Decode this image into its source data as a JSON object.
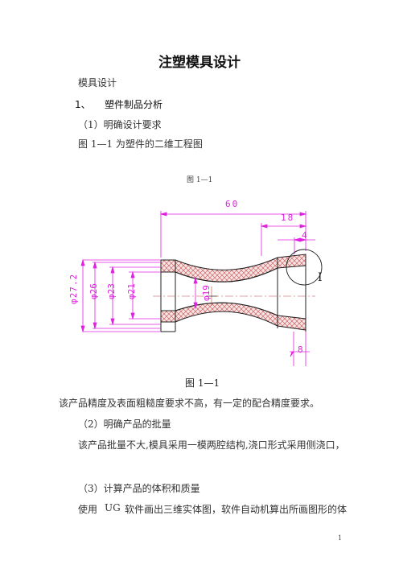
{
  "document": {
    "title": "注塑模具设计",
    "lines": [
      "模具设计",
      "1、",
      "塑件制品分析",
      "（1）明确设计要求",
      "图 1—1 为塑件的二维工程图",
      "该产品精度及表面粗糙度要求不高，有一定的配合精度要求。",
      "（2）明确产品的批量",
      "该产品批量不大,模具采用一模两腔结构,浇口形式采用侧浇口，",
      "（3）计算产品的体积和质量",
      "使用",
      "UG",
      "软件画出三维实体图，软件自动机算出所画图形的体"
    ],
    "figure_caption_top": "图 1—1",
    "figure_caption_bottom": "图 1—1",
    "page_number": "1"
  },
  "drawing": {
    "dims": {
      "len60": "60",
      "len18": "18",
      "len4": "4",
      "len8": "8",
      "d272": "φ27.2",
      "d26": "φ26",
      "d23": "φ23",
      "d21": "φ21",
      "d19": "φ19",
      "detail": "I"
    },
    "colors": {
      "dimension": "#e020e0",
      "outline": "#222222",
      "hatch": "#d04040",
      "section_fill": "#f3dede"
    }
  }
}
